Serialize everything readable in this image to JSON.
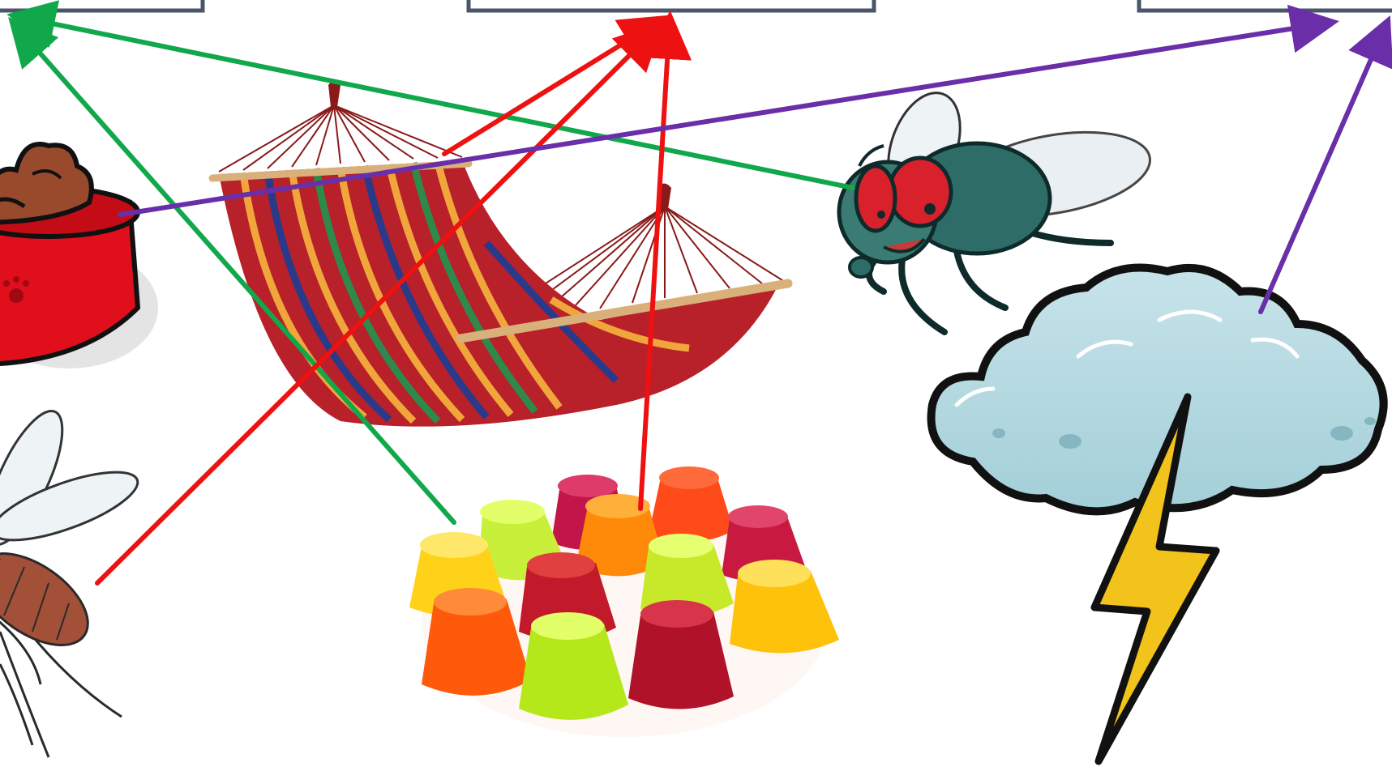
{
  "diagram": {
    "category_boxes": [
      {
        "name": "left-category-box"
      },
      {
        "name": "center-category-box"
      },
      {
        "name": "right-category-box"
      }
    ],
    "pictures": [
      {
        "name": "pet-food-bowl-image"
      },
      {
        "name": "hammock-image"
      },
      {
        "name": "housefly-image"
      },
      {
        "name": "mosquito-image"
      },
      {
        "name": "jelly-candies-image"
      },
      {
        "name": "storm-cloud-image"
      }
    ],
    "arrows": [
      {
        "from": "housefly",
        "to": "left-category-box",
        "color": "#10a84a"
      },
      {
        "from": "jelly-candies",
        "to": "left-category-box",
        "color": "#10a84a"
      },
      {
        "from": "hammock",
        "to": "center-category-box",
        "color": "#ee1111"
      },
      {
        "from": "mosquito",
        "to": "center-category-box",
        "color": "#ee1111"
      },
      {
        "from": "jelly-candies",
        "to": "center-category-box",
        "color": "#ee1111"
      },
      {
        "from": "pet-food-bowl",
        "to": "right-category-box",
        "color": "#6a2fa8"
      },
      {
        "from": "storm-cloud",
        "to": "right-category-box",
        "color": "#6a2fa8"
      }
    ],
    "colors": {
      "box_border": "#4a5568",
      "green_arrow": "#10a84a",
      "red_arrow": "#ee1111",
      "purple_arrow": "#6a2fa8"
    }
  }
}
